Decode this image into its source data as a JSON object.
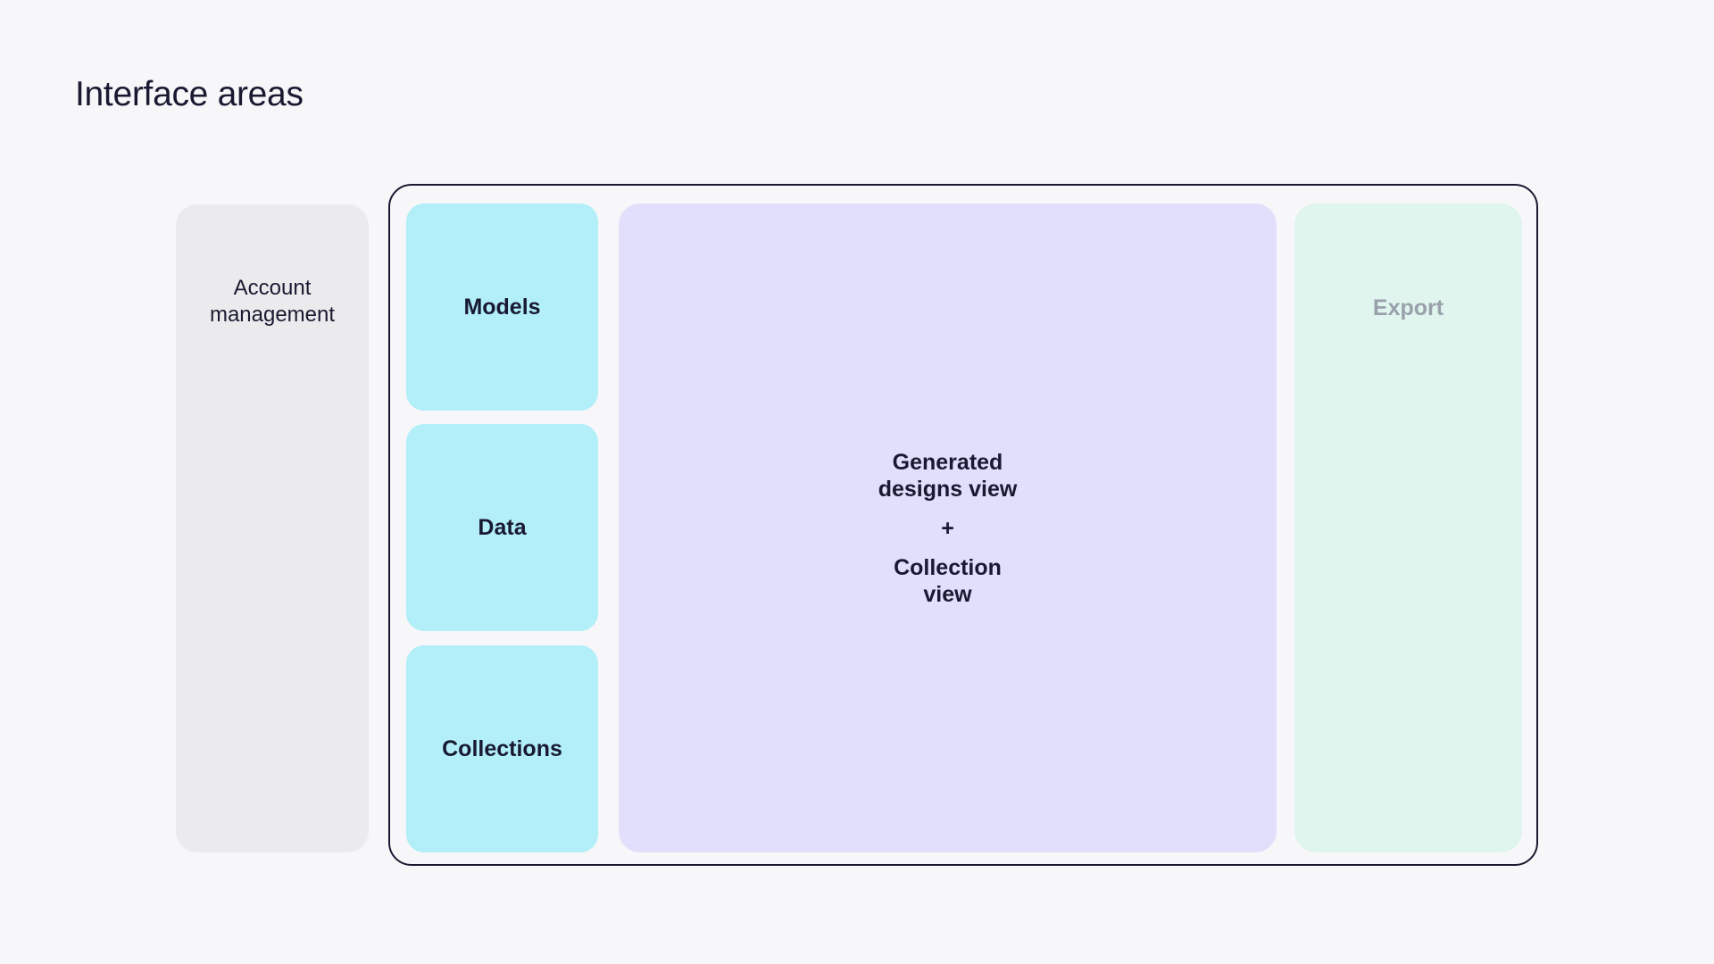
{
  "page": {
    "title": "Interface areas"
  },
  "diagram": {
    "account_panel": {
      "label": "Account management"
    },
    "frame": {
      "nav": [
        {
          "label": "Models"
        },
        {
          "label": "Data"
        },
        {
          "label": "Collections"
        }
      ],
      "center_panel": {
        "primary": "Generated\ndesigns view",
        "separator": "+",
        "secondary": "Collection\nview"
      },
      "export_panel": {
        "label": "Export"
      }
    }
  },
  "colors": {
    "page-bg": "#f7f7f9",
    "panel-gray": "#ebebed",
    "block-cyan": "#b2eff8",
    "block-lavender": "#e1dffb",
    "block-mint": "#dff5ee",
    "ink": "#191a31",
    "muted-text": "#9aa0ab"
  }
}
